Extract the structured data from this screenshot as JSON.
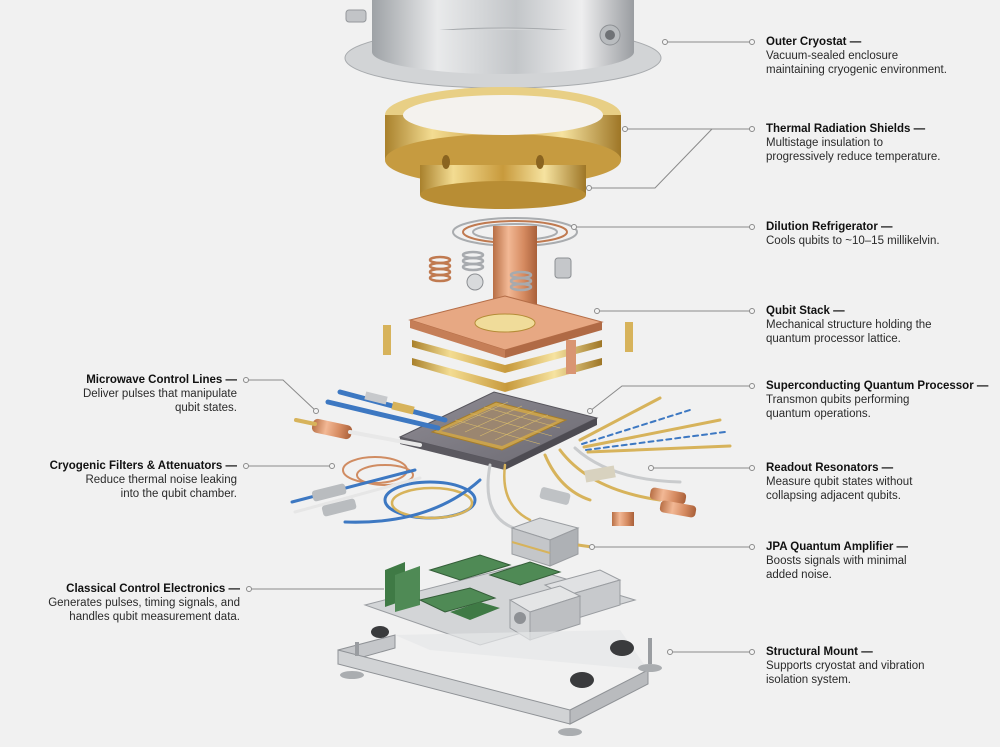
{
  "diagram": {
    "subject": "Exploded view of a superconducting quantum computer",
    "callouts_right": [
      {
        "title": "Outer Cryostat —",
        "desc1": "Vacuum-sealed enclosure",
        "desc2": "maintaining cryogenic environment."
      },
      {
        "title": "Thermal Radiation Shields —",
        "desc1": "Multistage insulation to",
        "desc2": "progressively reduce temperature."
      },
      {
        "title": "Dilution Refrigerator —",
        "desc1": "Cools qubits to ~10–15 millikelvin.",
        "desc2": ""
      },
      {
        "title": "Qubit Stack —",
        "desc1": "Mechanical structure holding the",
        "desc2": "quantum processor lattice."
      },
      {
        "title": "Superconducting Quantum Processor —",
        "desc1": "Transmon qubits performing",
        "desc2": "quantum operations."
      },
      {
        "title": "Readout Resonators —",
        "desc1": "Measure qubit states without",
        "desc2": "collapsing adjacent qubits."
      },
      {
        "title": "JPA Quantum Amplifier —",
        "desc1": "Boosts signals with minimal",
        "desc2": "added noise."
      },
      {
        "title": "Structural Mount —",
        "desc1": "Supports cryostat and vibration",
        "desc2": "isolation system."
      }
    ],
    "callouts_left": [
      {
        "title": "Microwave Control Lines —",
        "desc1": "Deliver pulses that manipulate",
        "desc2": "qubit states."
      },
      {
        "title": "Cryogenic Filters & Attenuators —",
        "desc1": "Reduce thermal noise leaking",
        "desc2": "into the qubit chamber."
      },
      {
        "title": "Classical Control Electronics —",
        "desc1": "Generates pulses, timing signals, and",
        "desc2": "handles qubit measurement data."
      }
    ],
    "colors": {
      "background": "#f1f1f1",
      "leader_line": "#8a8a8a",
      "steel": "#c9cbcd",
      "gold": "#d8b45a",
      "copper": "#d9936a",
      "pcb": "#4f8a55",
      "cable_blue": "#3d78c2"
    }
  }
}
